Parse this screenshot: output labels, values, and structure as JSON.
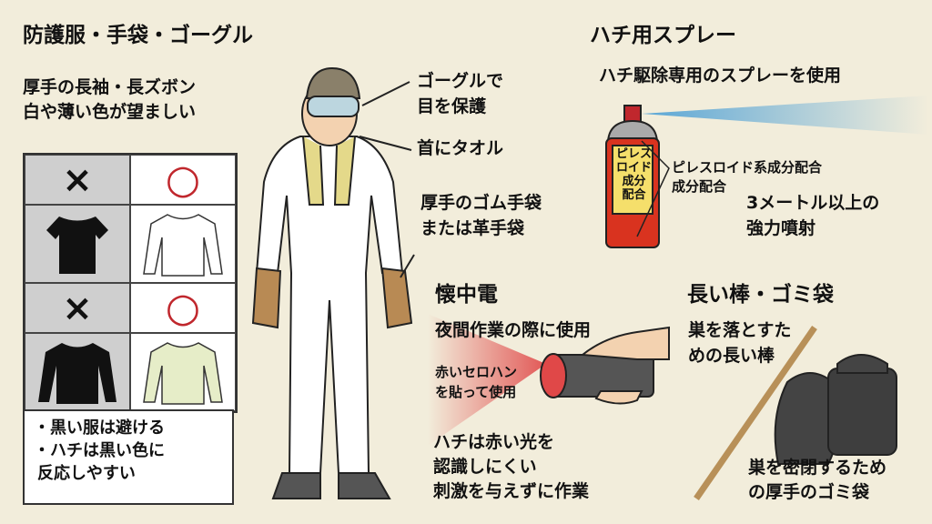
{
  "colors": {
    "background": "#f2eddb",
    "ok": "#c0272d",
    "spray_can": "#d9331f",
    "spray_mist": "#7fb9dc",
    "red_light": "#e04848"
  },
  "protective": {
    "title": "防護服・手袋・ゴーグル",
    "desc": [
      "厚手の長袖・長ズボン",
      "白や薄い色が望ましい"
    ],
    "grid": {
      "bad_mark": "×",
      "ok_mark": "○",
      "rows": [
        {
          "bad": "black-tshirt-icon",
          "ok": "white-longsleeve-icon"
        },
        {
          "bad": "black-longsleeve-icon",
          "ok": "light-green-longsleeve-icon"
        }
      ]
    },
    "notes": [
      "・黒い服は避ける",
      "・ハチは黒い色に",
      "反応しやすい"
    ],
    "callouts": {
      "goggles": [
        "ゴーグルで",
        "目を保護"
      ],
      "towel": "首にタオル",
      "gloves": [
        "厚手のゴム手袋",
        "または革手袋"
      ]
    }
  },
  "spray": {
    "title": "ハチ用スプレー",
    "desc": "ハチ駆除専用のスプレーを使用",
    "can_label": [
      "ピレス",
      "ロイド",
      "成分",
      "配合"
    ],
    "ingredient": [
      "ピレスロイド系成分配合",
      "成分配合"
    ],
    "range": [
      "3メートル以上の",
      "強力噴射"
    ]
  },
  "flashlight": {
    "title": "懐中電",
    "desc": "夜間作業の際に使用",
    "cellophane": [
      "赤いセロハン",
      "を貼って使用"
    ],
    "note": [
      "ハチは赤い光を",
      "認識しにくい",
      "刺激を与えずに作業"
    ]
  },
  "pole_bags": {
    "title": "長い棒・ゴミ袋",
    "pole": [
      "巣を落とすた",
      "めの長い棒"
    ],
    "bags": [
      "巣を密閉するため",
      "の厚手のゴミ袋"
    ]
  }
}
